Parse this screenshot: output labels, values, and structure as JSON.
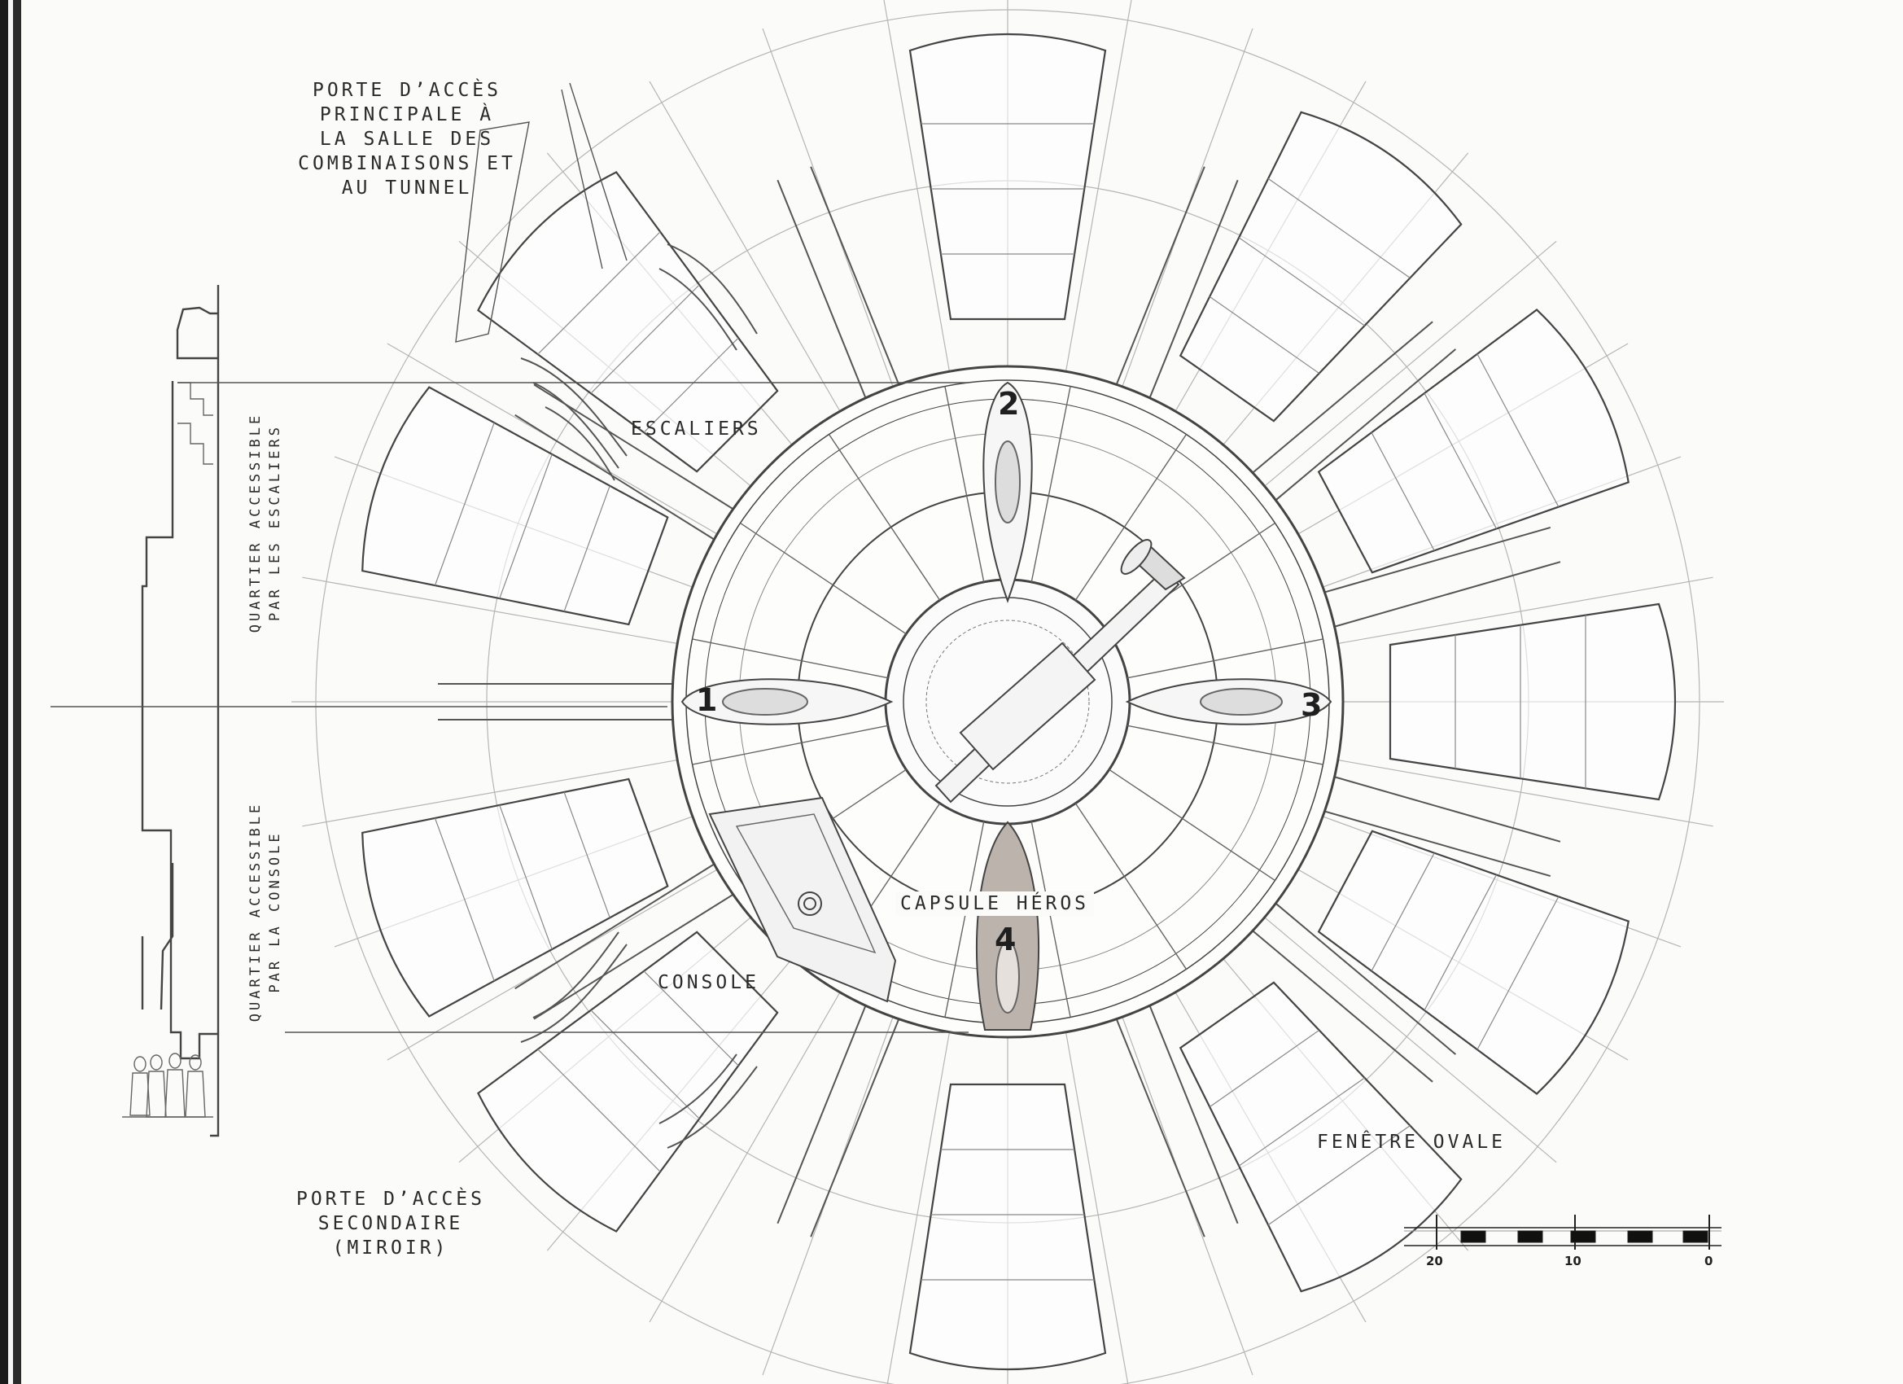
{
  "labels": {
    "main_door": [
      "PORTE D’ACCÈS",
      "PRINCIPALE À",
      "LA SALLE DES",
      "COMBINAISONS ET",
      "AU TUNNEL"
    ],
    "secondary_door": [
      "PORTE D’ACCÈS",
      "SECONDAIRE",
      "(MIROIR)"
    ],
    "stairs": "ESCALIERS",
    "console": "CONSOLE",
    "hero_capsule": "CAPSULE HÉROS",
    "oval_window": "FENÊTRE OVALE",
    "quarter_stairs": [
      "QUARTIER ACCESSIBLE",
      "PAR LES ESCALIERS"
    ],
    "quarter_console": [
      "QUARTIER ACCESSIBLE",
      "PAR LA CONSOLE"
    ]
  },
  "pods": [
    "1",
    "2",
    "3",
    "4"
  ],
  "scale_ticks": [
    "20",
    "10",
    "0"
  ],
  "colors": {
    "ink": "#4a4a4a",
    "faint": "#9a9a9a",
    "capsule_fill": "#bdb3ad",
    "paper": "#fbfbfa"
  }
}
